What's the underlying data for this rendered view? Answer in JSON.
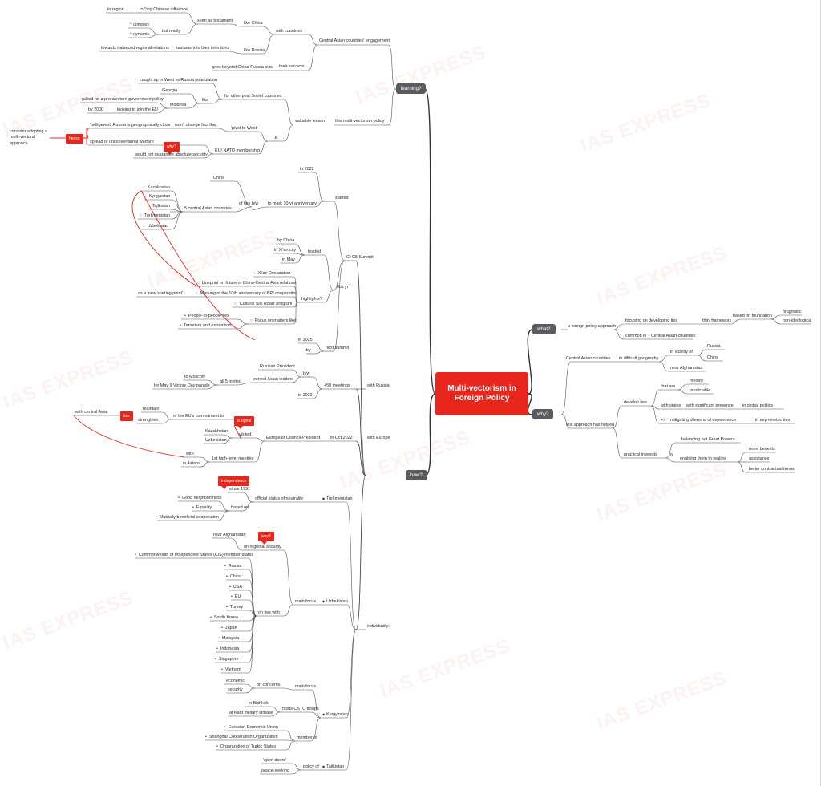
{
  "central": "Multi-vectorism in Foreign Policy",
  "watermark": "IAS EXPRESS",
  "branches": {
    "learning": "learning?",
    "what": "what?",
    "why": "why?",
    "how": "how?"
  },
  "learning": {
    "engagement": "Central Asian countries' engagement",
    "with_countries": "with countries",
    "like_china": "like China",
    "seen_as_testament": "seen as testament",
    "to_china_influence": "to ^ing Chinese influence",
    "in_region": "in region",
    "but_reality": "but reality",
    "complex": "^ complex",
    "dynamic": "^ dynamic",
    "like_russia": "like Russia",
    "testament_intentions": "testament to their intentions",
    "balanced_relations": "towards balanced regional relations",
    "their_success": "their success",
    "beyond_axis": "goes beyond China-Russia axis",
    "valuable_lesson": "valuable lesson",
    "this_policy": "this multi-vectorism policy",
    "post_soviet": "for other post Soviet countries",
    "caught_up": "caught up in West vs Russia polarization",
    "like": "like",
    "georgia": "Georgia",
    "moldova": "Moldova",
    "rallied": "rallied for a pro-western government policy",
    "by_2000": "by 2000",
    "looking_eu": "looking to join the EU",
    "ie": "i.e.",
    "pivot_west": "'pivot to West'",
    "wont_change": "won't change fact that",
    "belligerent": "'belligerent' Russia is geographically close",
    "hence": "hence",
    "consider": "consider adopting a multi-vectoral approach",
    "eu_nato": "EU/ NATO membership",
    "spread_warfare": "spread of unconventional warfare",
    "why_q": "why?",
    "no_guarantee": "would not guarantee absolute security"
  },
  "c5": {
    "summit": "C+C5 Summit",
    "started": "started",
    "in_2022": "in 2022",
    "mark_30": "to mark 30 yr anniversary",
    "of_ties": "of ties b/w",
    "china": "China",
    "five_countries": "5 central Asian countries",
    "kazakhstan": "Kazakhstan",
    "kyrgyzstan": "Kyrgyzstan",
    "tajikistan": "Tajikistan",
    "turkmenistan": "Turkmenistan",
    "uzbekistan": "Uzbekistan",
    "this_yr": "this yr",
    "hosted": "hosted",
    "by_china": "by China",
    "xian_city": "in Xi'an city",
    "in_may": "in May",
    "highlights": "highlights?",
    "xian_decl": "Xi'an Declaration",
    "blueprint": "blueprint on future of China-Central Asia relations",
    "marking_bri": "Marking of the 10th anniversary of BRI cooperation",
    "new_start": "as a 'new starting point'",
    "silk_road": "'Cultural Silk Road' program",
    "focus_on": "Focus on matters like:",
    "people_ties": "People-to-people ties",
    "terrorism": "Terrorism and extremism",
    "next_summit": "next summit",
    "in_2025": "in 2025",
    "by": "by"
  },
  "how": {
    "with_russia": "with Russia",
    "c5_meetings": "+50 meetings",
    "russian_president": "Russian President",
    "bw": "b/w",
    "ca_leaders": "central Asian leaders",
    "in_2022": "in 2022",
    "all5_invited": "all 5 invited",
    "to_moscow": "to Moscow",
    "victory_parade": "for May 9 Victory Day parade",
    "with_europe": "with Europe",
    "oct_2022": "in Oct 2022",
    "eu_president": "European Council President",
    "visited": "visited",
    "a_signal": "a signal",
    "kazakhstan": "Kazakhstan",
    "uzbekistan": "Uzbekistan",
    "of_commitment": "of the EU's commitment to",
    "maintain": "maintain",
    "strengthen": "strengthen",
    "ties": "ties",
    "with_ca": "with central Asia",
    "first_meeting": "1st high-level meeting",
    "with": "with",
    "in_astana": "in Astana",
    "individually": "individually:",
    "turkmenistan": "Turkmenistan",
    "neutrality": "official status of neutrality",
    "since_1991": "since 1991",
    "independence": "independence",
    "based_on": "based on",
    "good_neighbor": "Good neighborliness",
    "equality": "Equality",
    "mutual_coop": "Mutually beneficial cooperation",
    "uzbekistan2": "Uzbekistan",
    "main_focus": "main focus",
    "regional_security": "on regional security",
    "near_afghanistan": "near Afghanistan",
    "why_q": "why?",
    "ties_with": "on ties with",
    "ties_list": [
      "Commonwealth of Independent States (CIS) member-states",
      "Russia",
      "China",
      "USA",
      "EU",
      "Turkey",
      "South Korea",
      "Japan",
      "Malaysia",
      "Indonesia",
      "Singapore",
      "Vietnam"
    ],
    "kyrgyzstan": "Kyrgyzstan",
    "main_focus2": "main focus",
    "on_concerns": "on concerns",
    "economic": "economic",
    "security": "security",
    "hosts_csto": "hosts CSTO troops",
    "in_bishkek": "in Bishkek",
    "kant_airbase": "at Kant military airbase",
    "member_of": "member of",
    "members": [
      "Eurasian Economic Union",
      "Shanghai Cooperation Organization",
      "Organization of Turkic States"
    ],
    "tajikistan": "Tajikistan",
    "policy_of": "policy of",
    "open_doors": "'open doors'",
    "peace_seeking": "peace-seeking"
  },
  "what": {
    "approach": "a foreign policy approach",
    "focusing": "focusing on developing ties",
    "thin_framework": "thin' framework",
    "based_foundation": "based on foundation",
    "pragmatic": "pragmatic",
    "non_ideological": "non-ideological",
    "common_in": "common in",
    "ca_countries": "Central Asian countries"
  },
  "why": {
    "ca_countries": "Central Asian countries",
    "difficult_geo": "in difficult geography",
    "vicinity": "in vicinity of",
    "russia": "Russia",
    "china": "China",
    "near_afghanistan": "near Afghanistan",
    "helped": "this approach has helped",
    "develop_ties": "develop ties",
    "that_are": "that are",
    "friendly": "friendly",
    "predictable": "predictable",
    "with_states": "with states",
    "significant": "with significant presence",
    "global_politics": "in global politics",
    "arrow": "=>",
    "mitigating": "mitigating dilemma of dependence",
    "asymmetric": "in asymmetric ties",
    "practical": "practical interests",
    "by": "by",
    "balancing": "balancing out Great Powers",
    "enabling": "enabling them to realize",
    "more_benefits": "more benefits",
    "assistance": "assistance",
    "contractual": "better contractual terms"
  }
}
